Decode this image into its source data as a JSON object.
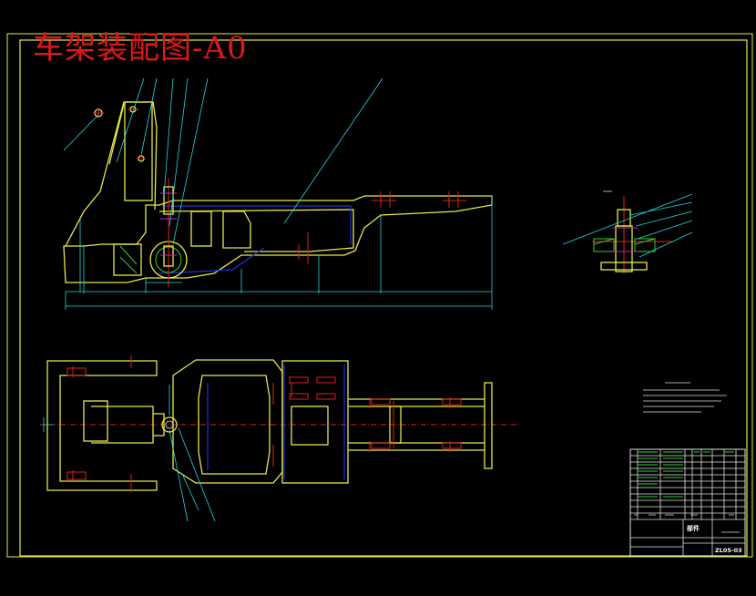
{
  "drawing": {
    "title": "车架装配图-A0",
    "part_name": "部件",
    "drawing_number": "ZL05-03"
  },
  "colors": {
    "background": "#000000",
    "frame": "#e8e84a",
    "title": "#e01818",
    "dimension": "#23d8e0",
    "hidden": "#2030d8",
    "center": "#e02020",
    "hatch": "#30d030"
  }
}
